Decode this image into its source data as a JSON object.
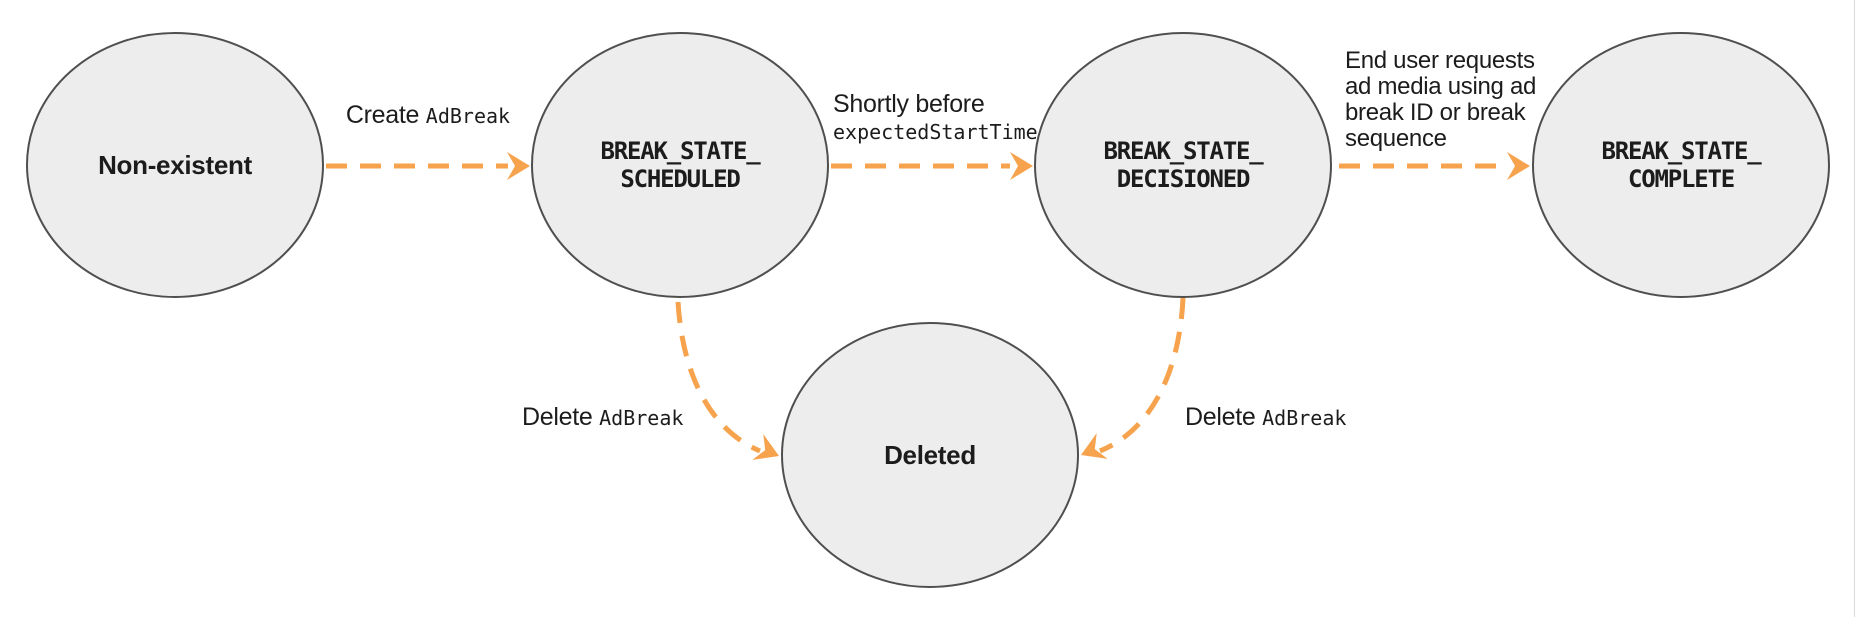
{
  "diagram": {
    "colors": {
      "node_fill": "#ededed",
      "node_border": "#4f4f4f",
      "arrow": "#f7a24c",
      "text": "#1c1c1c",
      "right_edge_line": "#d9d9d9"
    },
    "nodes": [
      {
        "id": "non-existent",
        "label": "Non-existent"
      },
      {
        "id": "break-state-scheduled",
        "label": "BREAK_STATE_\nSCHEDULED"
      },
      {
        "id": "break-state-decisioned",
        "label": "BREAK_STATE_\nDECISIONED"
      },
      {
        "id": "break-state-complete",
        "label": "BREAK_STATE_\nCOMPLETE"
      },
      {
        "id": "deleted",
        "label": "Deleted"
      }
    ],
    "edges": [
      {
        "from": "non-existent",
        "to": "break-state-scheduled",
        "label_plain": "Create",
        "label_code": "AdBreak"
      },
      {
        "from": "break-state-scheduled",
        "to": "break-state-decisioned",
        "label_plain": "Shortly before",
        "label_code": "expectedStartTime"
      },
      {
        "from": "break-state-decisioned",
        "to": "break-state-complete",
        "label_plain": "End user requests\nad media using ad\nbreak ID or break\nsequence"
      },
      {
        "from": "break-state-scheduled",
        "to": "deleted",
        "label_plain": "Delete",
        "label_code": "AdBreak"
      },
      {
        "from": "break-state-decisioned",
        "to": "deleted",
        "label_plain": "Delete",
        "label_code": "AdBreak"
      }
    ]
  }
}
